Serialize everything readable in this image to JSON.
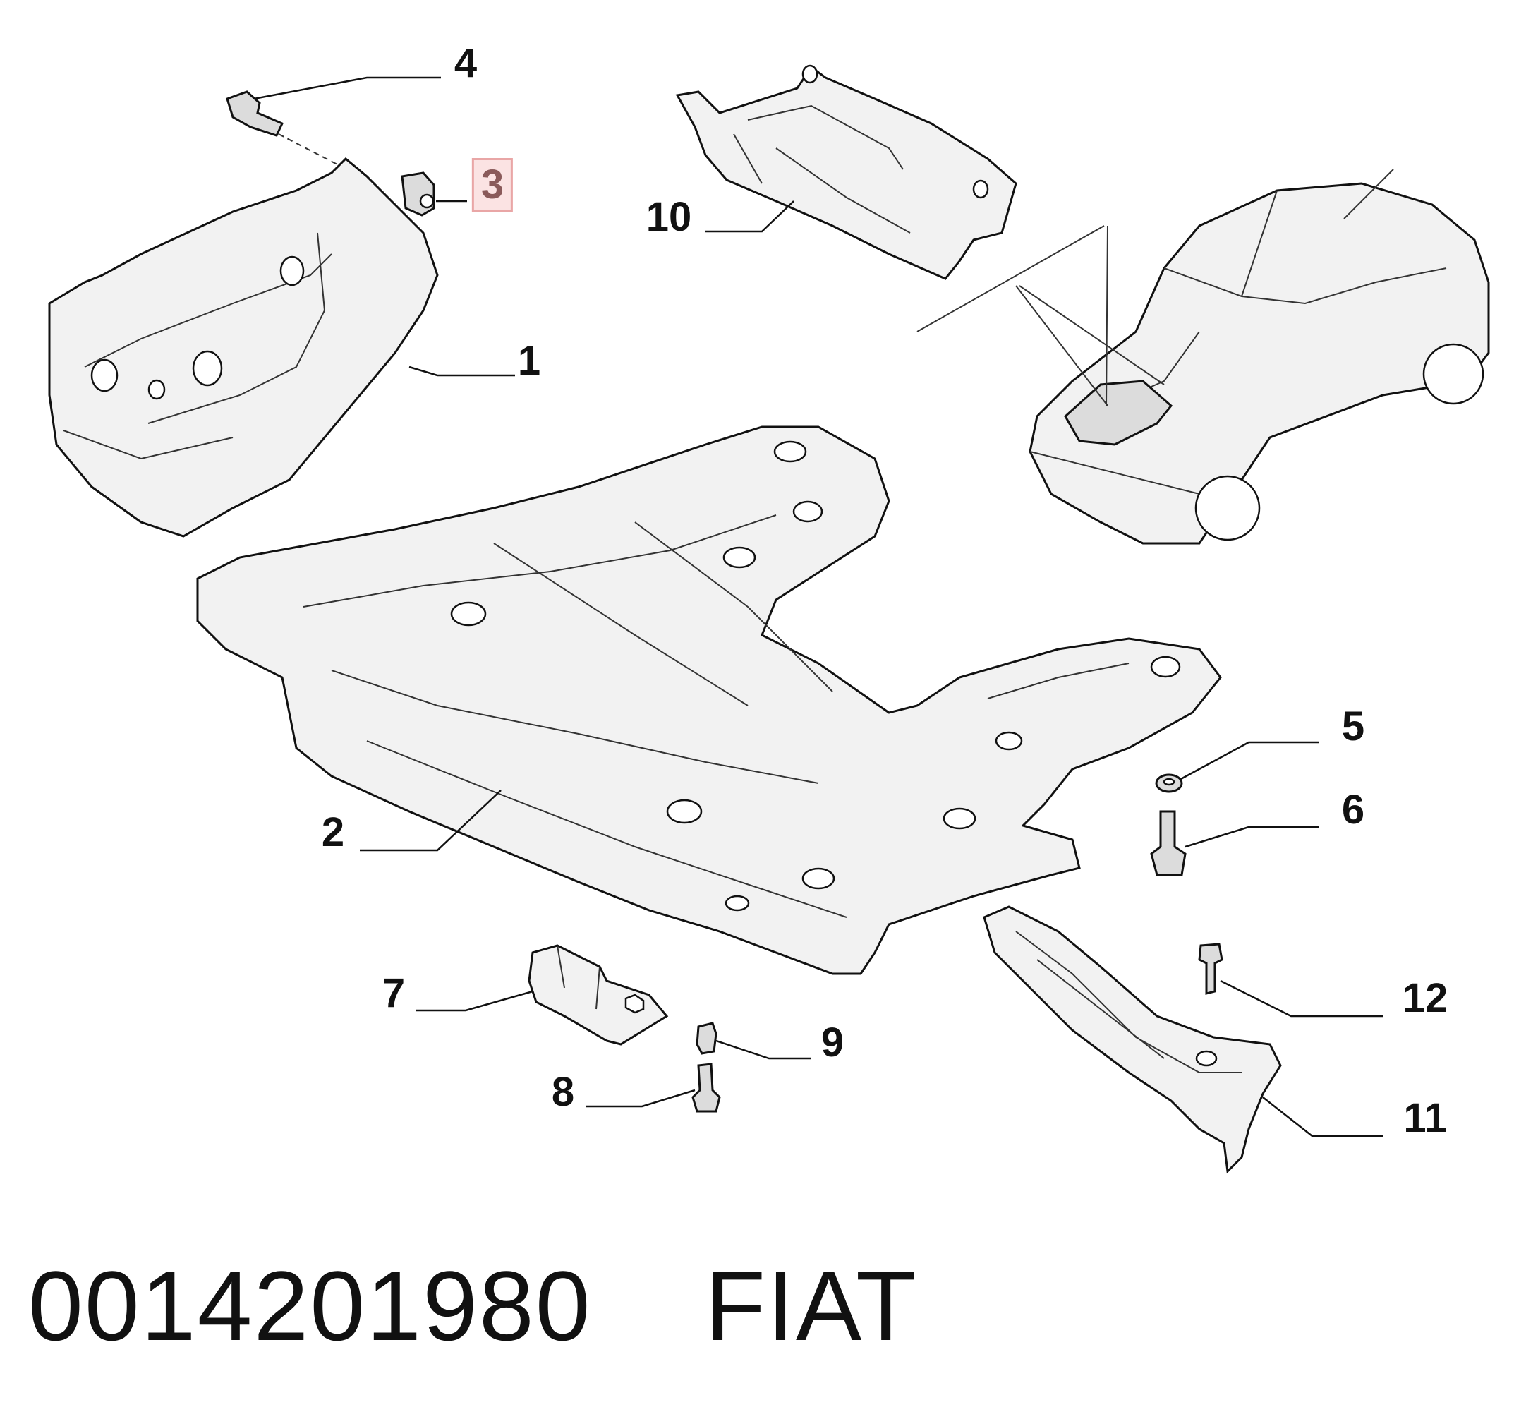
{
  "callouts": [
    {
      "id": "c1",
      "label": "1"
    },
    {
      "id": "c2",
      "label": "2"
    },
    {
      "id": "c3",
      "label": "3",
      "highlighted": true
    },
    {
      "id": "c4",
      "label": "4"
    },
    {
      "id": "c5",
      "label": "5"
    },
    {
      "id": "c6",
      "label": "6"
    },
    {
      "id": "c7",
      "label": "7"
    },
    {
      "id": "c8",
      "label": "8"
    },
    {
      "id": "c9",
      "label": "9"
    },
    {
      "id": "c10",
      "label": "10"
    },
    {
      "id": "c11",
      "label": "11"
    },
    {
      "id": "c12",
      "label": "12"
    }
  ],
  "caption": {
    "part_number": "0014201980",
    "brand": "FIAT"
  },
  "colors": {
    "highlight_fill": "#fbe3e3",
    "highlight_border": "#e9a6a6",
    "highlight_text": "#8a5a5a"
  }
}
